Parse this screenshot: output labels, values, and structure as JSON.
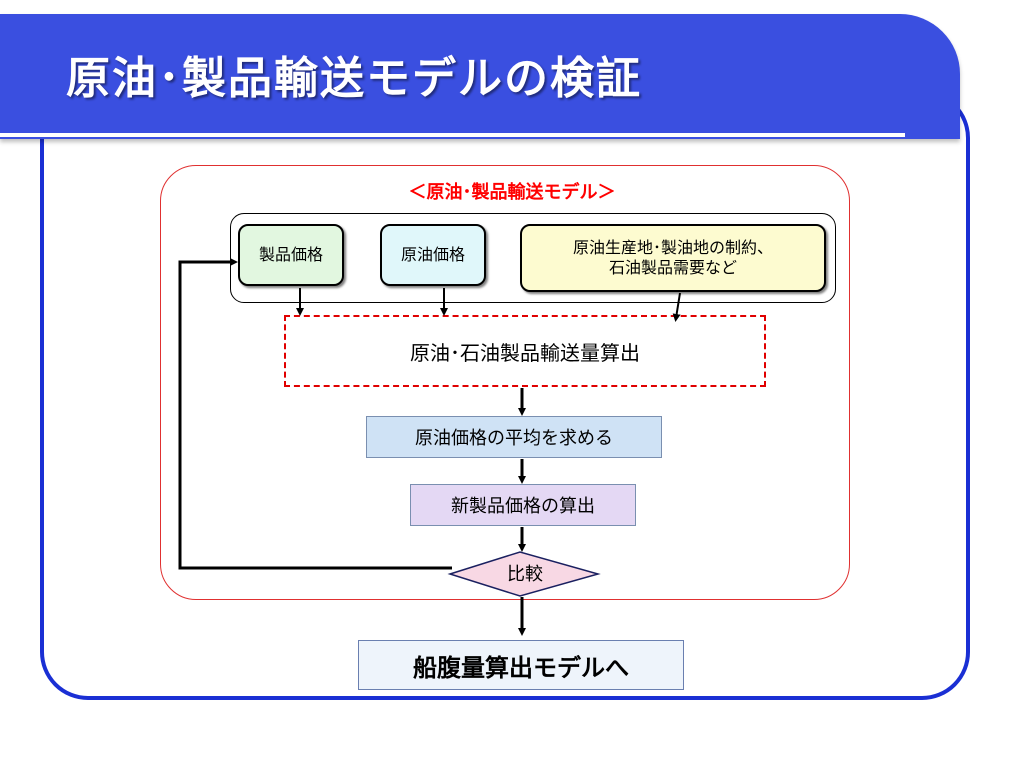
{
  "title": "原油･製品輸送モデルの検証",
  "diagram": {
    "model_label": "＜原油･製品輸送モデル＞",
    "inputs": {
      "product_price": "製品価格",
      "crude_price": "原油価格",
      "constraints_line1": "原油生産地･製油地の制約、",
      "constraints_line2": "石油製品需要など"
    },
    "steps": {
      "transport_calc": "原油･石油製品輸送量算出",
      "average_price": "原油価格の平均を求める",
      "new_product_price": "新製品価格の算出",
      "compare": "比較",
      "next_model": "船腹量算出モデルへ"
    }
  },
  "colors": {
    "frame_blue": "#1a2fd4",
    "title_bar": "#3a4fe0",
    "model_border": "#e03030",
    "product_fill": "#e2f7e0",
    "crude_fill": "#e0f7fa",
    "constraints_fill": "#fdfbd0",
    "average_fill": "#cfe2f5",
    "new_price_fill": "#e4d8f4",
    "compare_fill": "#f8d8e4"
  }
}
